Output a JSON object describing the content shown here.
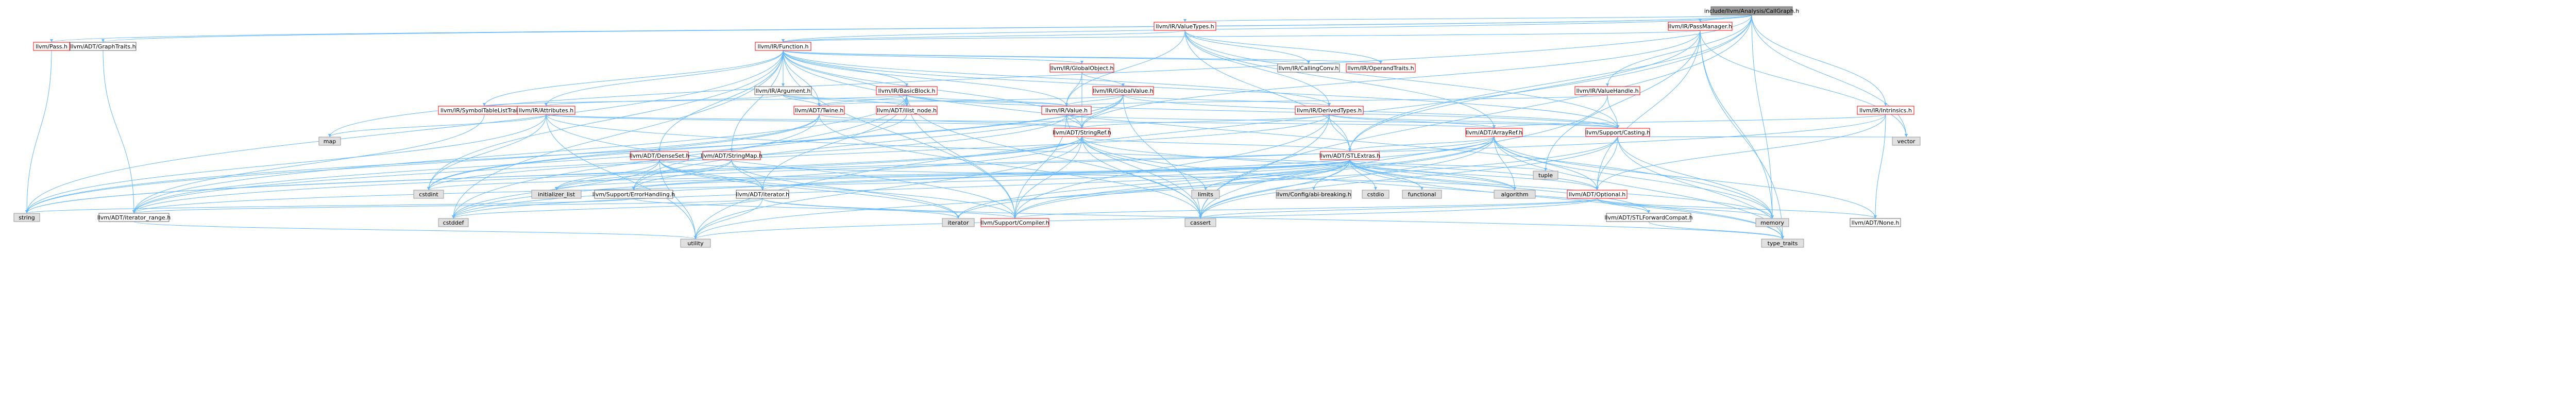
{
  "colors": {
    "root_fill": "#999999",
    "root_stroke": "#666666",
    "link_stroke": "#ff0000",
    "plain_stroke": "#666666",
    "system_fill": "#e0e0e0",
    "system_stroke": "#999999",
    "edge": "#63b8ff",
    "node_fill": "#ffffff"
  },
  "nodes": [
    {
      "id": "callgraph",
      "label": "include/llvm/Analysis/CallGraph.h",
      "kind": "root"
    },
    {
      "id": "irtypes",
      "label": "llvm/IR/ValueTypes.h",
      "kind": "link"
    },
    {
      "id": "passmanager",
      "label": "llvm/IR/PassManager.h",
      "kind": "link"
    },
    {
      "id": "pass",
      "label": "llvm/Pass.h",
      "kind": "link"
    },
    {
      "id": "graphtraits",
      "label": "llvm/ADT/GraphTraits.h",
      "kind": "plain"
    },
    {
      "id": "function",
      "label": "llvm/IR/Function.h",
      "kind": "link"
    },
    {
      "id": "callingconv",
      "label": "llvm/IR/CallingConv.h",
      "kind": "plain"
    },
    {
      "id": "operandtraits",
      "label": "llvm/IR/OperandTraits.h",
      "kind": "link"
    },
    {
      "id": "globalobject",
      "label": "llvm/IR/GlobalObject.h",
      "kind": "link"
    },
    {
      "id": "globalvalue",
      "label": "llvm/IR/GlobalValue.h",
      "kind": "link"
    },
    {
      "id": "argument",
      "label": "llvm/IR/Argument.h",
      "kind": "plain"
    },
    {
      "id": "basicblock",
      "label": "llvm/IR/BasicBlock.h",
      "kind": "link"
    },
    {
      "id": "symboltablelisttraits",
      "label": "llvm/IR/SymbolTableListTraits.h",
      "kind": "link"
    },
    {
      "id": "attributes",
      "label": "llvm/IR/Attributes.h",
      "kind": "link"
    },
    {
      "id": "twine",
      "label": "llvm/ADT/Twine.h",
      "kind": "link"
    },
    {
      "id": "ilistnode",
      "label": "llvm/ADT/ilist_node.h",
      "kind": "link"
    },
    {
      "id": "value",
      "label": "llvm/IR/Value.h",
      "kind": "link"
    },
    {
      "id": "derivedtypes",
      "label": "llvm/IR/DerivedTypes.h",
      "kind": "link"
    },
    {
      "id": "valuehandle",
      "label": "llvm/IR/ValueHandle.h",
      "kind": "link"
    },
    {
      "id": "intrinsics",
      "label": "llvm/IR/Intrinsics.h",
      "kind": "link"
    },
    {
      "id": "arrayref",
      "label": "llvm/ADT/ArrayRef.h",
      "kind": "link"
    },
    {
      "id": "casting",
      "label": "llvm/Support/Casting.h",
      "kind": "link"
    },
    {
      "id": "stringref",
      "label": "llvm/ADT/StringRef.h",
      "kind": "link"
    },
    {
      "id": "densemap",
      "label": "llvm/ADT/DenseSet.h",
      "kind": "link"
    },
    {
      "id": "stringmap",
      "label": "llvm/ADT/StringMap.h",
      "kind": "link"
    },
    {
      "id": "stlextras",
      "label": "llvm/ADT/STLExtras.h",
      "kind": "link"
    },
    {
      "id": "iterator",
      "label": "llvm/ADT/iterator.h",
      "kind": "plain"
    },
    {
      "id": "iteratorrange",
      "label": "llvm/ADT/iterator_range.h",
      "kind": "plain"
    },
    {
      "id": "errorhandling",
      "label": "llvm/Support/ErrorHandling.h",
      "kind": "plain"
    },
    {
      "id": "compiler",
      "label": "llvm/Support/Compiler.h",
      "kind": "link"
    },
    {
      "id": "optional",
      "label": "llvm/ADT/Optional.h",
      "kind": "link"
    },
    {
      "id": "stlforwardcompat",
      "label": "llvm/ADT/STLForwardCompat.h",
      "kind": "plain"
    },
    {
      "id": "none",
      "label": "llvm/ADT/None.h",
      "kind": "plain"
    },
    {
      "id": "configbreaking",
      "label": "llvm/Config/abi-breaking.h",
      "kind": "system"
    },
    {
      "id": "map",
      "label": "map",
      "kind": "system"
    },
    {
      "id": "cstdint",
      "label": "cstdint",
      "kind": "system"
    },
    {
      "id": "string",
      "label": "string",
      "kind": "system"
    },
    {
      "id": "initializer_list",
      "label": "initializer_list",
      "kind": "system"
    },
    {
      "id": "cstddef",
      "label": "cstddef",
      "kind": "system"
    },
    {
      "id": "limits",
      "label": "limits",
      "kind": "system"
    },
    {
      "id": "cstdio",
      "label": "cstdio",
      "kind": "system"
    },
    {
      "id": "functional",
      "label": "functional",
      "kind": "system"
    },
    {
      "id": "algorithm",
      "label": "algorithm",
      "kind": "system"
    },
    {
      "id": "tuple",
      "label": "tuple",
      "kind": "system"
    },
    {
      "id": "vector",
      "label": "vector",
      "kind": "system"
    },
    {
      "id": "memory",
      "label": "memory",
      "kind": "system"
    },
    {
      "id": "cassert",
      "label": "cassert",
      "kind": "system"
    },
    {
      "id": "iteratorstd",
      "label": "iterator",
      "kind": "system"
    },
    {
      "id": "utility",
      "label": "utility",
      "kind": "system"
    },
    {
      "id": "type_traits",
      "label": "type_traits",
      "kind": "system"
    }
  ],
  "edges": [
    [
      "callgraph",
      "irtypes"
    ],
    [
      "callgraph",
      "passmanager"
    ],
    [
      "callgraph",
      "pass"
    ],
    [
      "callgraph",
      "graphtraits"
    ],
    [
      "callgraph",
      "function"
    ],
    [
      "callgraph",
      "valuehandle"
    ],
    [
      "callgraph",
      "intrinsics"
    ],
    [
      "callgraph",
      "stlextras"
    ],
    [
      "callgraph",
      "map"
    ],
    [
      "callgraph",
      "memory"
    ],
    [
      "callgraph",
      "vector"
    ],
    [
      "callgraph",
      "cassert"
    ],
    [
      "callgraph",
      "utility"
    ],
    [
      "irtypes",
      "function"
    ],
    [
      "irtypes",
      "callingconv"
    ],
    [
      "irtypes",
      "operandtraits"
    ],
    [
      "irtypes",
      "value"
    ],
    [
      "irtypes",
      "derivedtypes"
    ],
    [
      "irtypes",
      "casting"
    ],
    [
      "irtypes",
      "stlextras"
    ],
    [
      "irtypes",
      "arrayref"
    ],
    [
      "passmanager",
      "function"
    ],
    [
      "passmanager",
      "stlextras"
    ],
    [
      "passmanager",
      "optional"
    ],
    [
      "passmanager",
      "stringref"
    ],
    [
      "passmanager",
      "type_traits"
    ],
    [
      "passmanager",
      "vector"
    ],
    [
      "passmanager",
      "memory"
    ],
    [
      "passmanager",
      "tuple"
    ],
    [
      "pass",
      "string"
    ],
    [
      "graphtraits",
      "iteratorrange"
    ],
    [
      "function",
      "callingconv"
    ],
    [
      "function",
      "operandtraits"
    ],
    [
      "function",
      "globalobject"
    ],
    [
      "function",
      "argument"
    ],
    [
      "function",
      "basicblock"
    ],
    [
      "function",
      "symboltablelisttraits"
    ],
    [
      "function",
      "attributes"
    ],
    [
      "function",
      "twine"
    ],
    [
      "function",
      "ilistnode"
    ],
    [
      "function",
      "value"
    ],
    [
      "function",
      "derivedtypes"
    ],
    [
      "function",
      "densemap"
    ],
    [
      "function",
      "stringref"
    ],
    [
      "function",
      "stringmap"
    ],
    [
      "function",
      "casting"
    ],
    [
      "function",
      "compiler"
    ],
    [
      "function",
      "cstddef"
    ],
    [
      "function",
      "cstdint"
    ],
    [
      "function",
      "memory"
    ],
    [
      "function",
      "string"
    ],
    [
      "globalobject",
      "globalvalue"
    ],
    [
      "globalobject",
      "value"
    ],
    [
      "globalobject",
      "stringref"
    ],
    [
      "globalvalue",
      "twine"
    ],
    [
      "globalvalue",
      "value"
    ],
    [
      "globalvalue",
      "derivedtypes"
    ],
    [
      "globalvalue",
      "casting"
    ],
    [
      "globalvalue",
      "stringref"
    ],
    [
      "globalvalue",
      "errorhandling"
    ],
    [
      "globalvalue",
      "cassert"
    ],
    [
      "globalvalue",
      "cstdint"
    ],
    [
      "globalvalue",
      "string"
    ],
    [
      "argument",
      "attributes"
    ],
    [
      "argument",
      "twine"
    ],
    [
      "argument",
      "ilistnode"
    ],
    [
      "argument",
      "value"
    ],
    [
      "basicblock",
      "twine"
    ],
    [
      "basicblock",
      "ilistnode"
    ],
    [
      "basicblock",
      "iterator"
    ],
    [
      "basicblock",
      "iteratorrange"
    ],
    [
      "basicblock",
      "value"
    ],
    [
      "basicblock",
      "symboltablelisttraits"
    ],
    [
      "basicblock",
      "casting"
    ],
    [
      "basicblock",
      "compiler"
    ],
    [
      "basicblock",
      "cassert"
    ],
    [
      "basicblock",
      "cstddef"
    ],
    [
      "symboltablelisttraits",
      "iteratorrange"
    ],
    [
      "attributes",
      "arrayref"
    ],
    [
      "attributes",
      "stringref"
    ],
    [
      "attributes",
      "optional"
    ],
    [
      "attributes",
      "compiler"
    ],
    [
      "attributes",
      "map"
    ],
    [
      "attributes",
      "cstdint"
    ],
    [
      "attributes",
      "string"
    ],
    [
      "attributes",
      "utility"
    ],
    [
      "attributes",
      "bitset"
    ],
    [
      "twine",
      "stringref"
    ],
    [
      "twine",
      "errorhandling"
    ],
    [
      "twine",
      "cassert"
    ],
    [
      "twine",
      "cstdint"
    ],
    [
      "twine",
      "string"
    ],
    [
      "ilistnode",
      "iteratorrange"
    ],
    [
      "value",
      "stringref"
    ],
    [
      "value",
      "iteratorrange"
    ],
    [
      "value",
      "casting"
    ],
    [
      "value",
      "compiler"
    ],
    [
      "value",
      "cassert"
    ],
    [
      "derivedtypes",
      "arrayref"
    ],
    [
      "derivedtypes",
      "stringref"
    ],
    [
      "derivedtypes",
      "stlextras"
    ],
    [
      "derivedtypes",
      "casting"
    ],
    [
      "derivedtypes",
      "compiler"
    ],
    [
      "derivedtypes",
      "cassert"
    ],
    [
      "derivedtypes",
      "cstdint"
    ],
    [
      "valuehandle",
      "value"
    ],
    [
      "valuehandle",
      "casting"
    ],
    [
      "valuehandle",
      "cassert"
    ],
    [
      "intrinsics",
      "arrayref"
    ],
    [
      "intrinsics",
      "none"
    ],
    [
      "intrinsics",
      "optional"
    ],
    [
      "intrinsics",
      "string"
    ],
    [
      "arrayref",
      "stlextras"
    ],
    [
      "arrayref",
      "compiler"
    ],
    [
      "arrayref",
      "none"
    ],
    [
      "arrayref",
      "optional"
    ],
    [
      "arrayref",
      "algorithm"
    ],
    [
      "arrayref",
      "cassert"
    ],
    [
      "arrayref",
      "cstddef"
    ],
    [
      "arrayref",
      "initializer_list"
    ],
    [
      "arrayref",
      "iteratorstd"
    ],
    [
      "arrayref",
      "memory"
    ],
    [
      "arrayref",
      "type_traits"
    ],
    [
      "arrayref",
      "vector"
    ],
    [
      "casting",
      "compiler"
    ],
    [
      "casting",
      "optional"
    ],
    [
      "casting",
      "cassert"
    ],
    [
      "casting",
      "memory"
    ],
    [
      "casting",
      "type_traits"
    ],
    [
      "stringref",
      "stlextras"
    ],
    [
      "stringref",
      "iteratorrange"
    ],
    [
      "stringref",
      "compiler"
    ],
    [
      "stringref",
      "algorithm"
    ],
    [
      "stringref",
      "cassert"
    ],
    [
      "stringref",
      "cstddef"
    ],
    [
      "stringref",
      "cstring"
    ],
    [
      "stringref",
      "limits"
    ],
    [
      "stringref",
      "string"
    ],
    [
      "stringref",
      "type_traits"
    ],
    [
      "stringref",
      "utility"
    ],
    [
      "densemap",
      "iterator"
    ],
    [
      "densemap",
      "compiler"
    ],
    [
      "densemap",
      "algorithm"
    ],
    [
      "densemap",
      "cstddef"
    ],
    [
      "densemap",
      "initializer_list"
    ],
    [
      "densemap",
      "iteratorstd"
    ],
    [
      "densemap",
      "utility"
    ],
    [
      "stringmap",
      "iterator"
    ],
    [
      "stringmap",
      "errorhandling"
    ],
    [
      "stringmap",
      "initializer_list"
    ],
    [
      "stringmap",
      "iteratorstd"
    ],
    [
      "stlextras",
      "stlforwardcompat"
    ],
    [
      "stlextras",
      "iterator"
    ],
    [
      "stlextras",
      "iteratorrange"
    ],
    [
      "stlextras",
      "errorhandling"
    ],
    [
      "stlextras",
      "optional"
    ],
    [
      "stlextras",
      "configbreaking"
    ],
    [
      "stlextras",
      "algorithm"
    ],
    [
      "stlextras",
      "cassert"
    ],
    [
      "stlextras",
      "cstddef"
    ],
    [
      "stlextras",
      "cstdint"
    ],
    [
      "stlextras",
      "cstdio"
    ],
    [
      "stlextras",
      "functional"
    ],
    [
      "stlextras",
      "initializer_list"
    ],
    [
      "stlextras",
      "iteratorstd"
    ],
    [
      "stlextras",
      "limits"
    ],
    [
      "stlextras",
      "memory"
    ],
    [
      "stlextras",
      "tuple"
    ],
    [
      "stlextras",
      "type_traits"
    ],
    [
      "stlextras",
      "utility"
    ],
    [
      "iterator",
      "iteratorrange"
    ],
    [
      "iterator",
      "cstddef"
    ],
    [
      "iterator",
      "iteratorstd"
    ],
    [
      "iterator",
      "type_traits"
    ],
    [
      "iterator",
      "utility"
    ],
    [
      "iteratorrange",
      "utility"
    ],
    [
      "errorhandling",
      "compiler"
    ],
    [
      "errorhandling",
      "string"
    ],
    [
      "optional",
      "none"
    ],
    [
      "optional",
      "stlforwardcompat"
    ],
    [
      "optional",
      "compiler"
    ],
    [
      "optional",
      "cassert"
    ],
    [
      "optional",
      "memory"
    ],
    [
      "optional",
      "new"
    ],
    [
      "optional",
      "utility"
    ],
    [
      "stlforwardcompat",
      "type_traits"
    ]
  ]
}
